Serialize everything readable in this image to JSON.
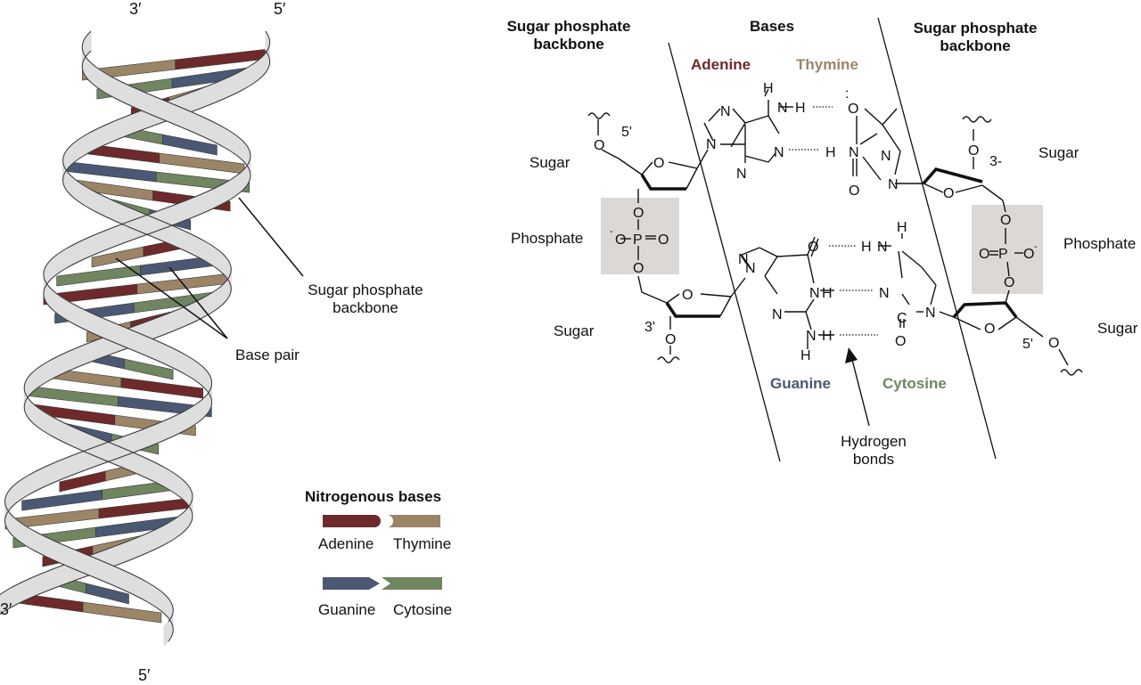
{
  "colors": {
    "adenine": "#6e2a2a",
    "thymine": "#9c8566",
    "guanine": "#4b5874",
    "cytosine": "#6f8660",
    "backbone_fill": "#dedede",
    "phosphate_box": "#dcd8d6"
  },
  "helix": {
    "end_top_left": "3′",
    "end_top_right": "5′",
    "end_bottom_left": "3′",
    "end_bottom_right": "5′",
    "label_backbone": "Sugar phosphate\nbackbone",
    "label_base_pair": "Base pair"
  },
  "legend": {
    "title": "Nitrogenous bases",
    "adenine": "Adenine",
    "thymine": "Thymine",
    "guanine": "Guanine",
    "cytosine": "Cytosine"
  },
  "structure": {
    "backbone_left": "Sugar phosphate\nbackbone",
    "bases": "Bases",
    "backbone_right": "Sugar phosphate\nbackbone",
    "adenine": "Adenine",
    "thymine": "Thymine",
    "guanine": "Guanine",
    "cytosine": "Cytosine",
    "sugar": "Sugar",
    "phosphate": "Phosphate",
    "hydrogen_bonds": "Hydrogen\nbonds",
    "prime_5": "5'",
    "prime_3": "3'",
    "prime_3_right": "3-"
  }
}
